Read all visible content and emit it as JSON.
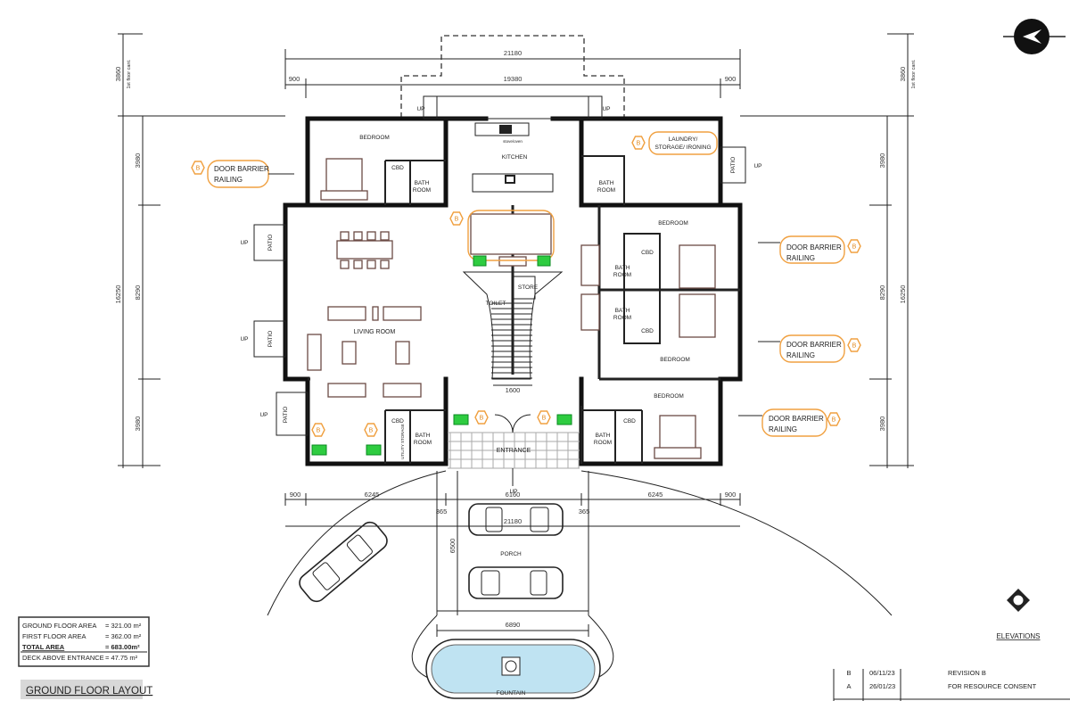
{
  "title": "GROUND FLOOR LAYOUT",
  "area_table": {
    "rows": [
      {
        "label": "GROUND  FLOOR AREA",
        "value": "=  321.00 m²"
      },
      {
        "label": "FIRST FLOOR  AREA",
        "value": "=  362.00 m²"
      },
      {
        "label": "TOTAL  AREA",
        "value": "= 683.00m²"
      },
      {
        "label": "DECK ABOVE ENTRANCE",
        "value": "=  47.75 m²"
      }
    ]
  },
  "revisions": [
    {
      "rev": "B",
      "date": "06/11/23",
      "description": "REVISION B"
    },
    {
      "rev": "A",
      "date": "26/01/23",
      "description": "FOR RESOURCE CONSENT"
    }
  ],
  "rooms": {
    "bedroom_nw": "BEDROOM",
    "kitchen": "KITCHEN",
    "laundry": "LAUNDRY/",
    "laundry2": "STORAGE/ IRONING",
    "living": "LIVING ROOM",
    "store": "STORE",
    "toilet": "TOILET",
    "bedroom_e1": "BEDROOM",
    "bedroom_e2": "BEDROOM",
    "bedroom_se": "BEDROOM",
    "entrance": "ENTRANCE",
    "porch": "PORCH",
    "fountain": "FOUNTAIN",
    "bath": "BATH",
    "room": "ROOM",
    "cbd": "CBD",
    "patio": "PATIO",
    "up": "UP",
    "stove": "stove/oven",
    "utility": "UTILITY STORAGE"
  },
  "callouts": {
    "line1": "DOOR BARRIER",
    "line2": "RAILING",
    "rev_tag": "B"
  },
  "dimensions": {
    "top_overall": "21180",
    "top_inner": "19380",
    "side_900": "900",
    "bottom_900": "900",
    "bottom_wing": "6245",
    "bottom_center": "6160",
    "bottom_365": "365",
    "bottom_overall": "21180",
    "stair": "1600",
    "porch_width": "6890",
    "porch_depth": "6500",
    "v_first_floor": "3860",
    "v_first_floor_note": "1st floor cant.",
    "v_overall": "16250",
    "v_wing": "3980",
    "v_main": "8290"
  },
  "elevations_label": "ELEVATIONS",
  "colors": {
    "callout": "#f0a040",
    "planter": "#2ecc40",
    "furniture": "#6b4a44"
  }
}
